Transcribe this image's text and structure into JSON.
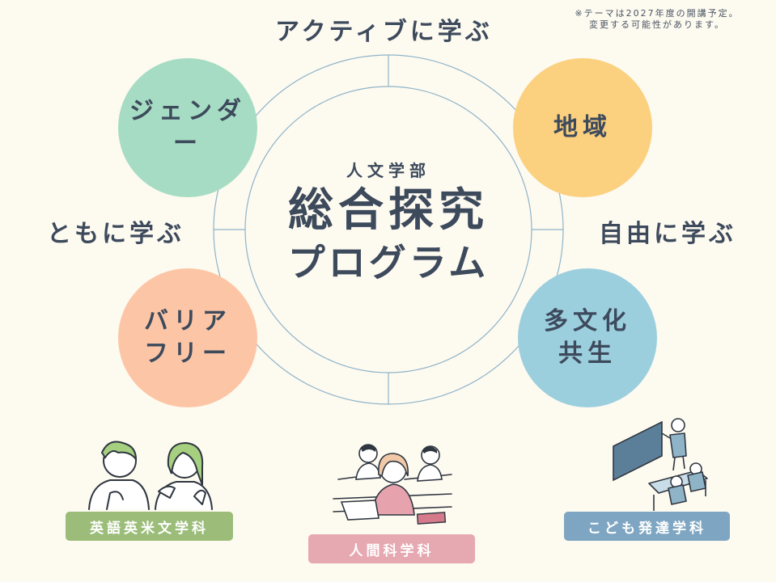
{
  "note": {
    "line1": "※テーマは2027年度の開講予定。",
    "line2": "変更する可能性があります。"
  },
  "ring_labels": {
    "top": "アクティブに学ぶ",
    "left": "ともに学ぶ",
    "right": "自由に学ぶ"
  },
  "center": {
    "faculty": "人文学部",
    "title": "総合探究",
    "subtitle": "プログラム"
  },
  "themes": [
    {
      "line1": "ジェンダー",
      "line2": "",
      "color": "#a6dcc3"
    },
    {
      "line1": "地域",
      "line2": "",
      "color": "#fbd07e"
    },
    {
      "line1": "バリア",
      "line2": "フリー",
      "color": "#fcc6a6"
    },
    {
      "line1": "多文化",
      "line2": "共生",
      "color": "#9ccfde"
    }
  ],
  "departments": [
    {
      "label": "英語英米文学科",
      "color": "#9bbd79"
    },
    {
      "label": "人間科学科",
      "color": "#e6a8b1"
    },
    {
      "label": "こども発達学科",
      "color": "#7ea6c2"
    }
  ],
  "colors": {
    "background": "#fdfaf0",
    "text": "#3d4a5c",
    "ring": "#8fb4c8"
  }
}
